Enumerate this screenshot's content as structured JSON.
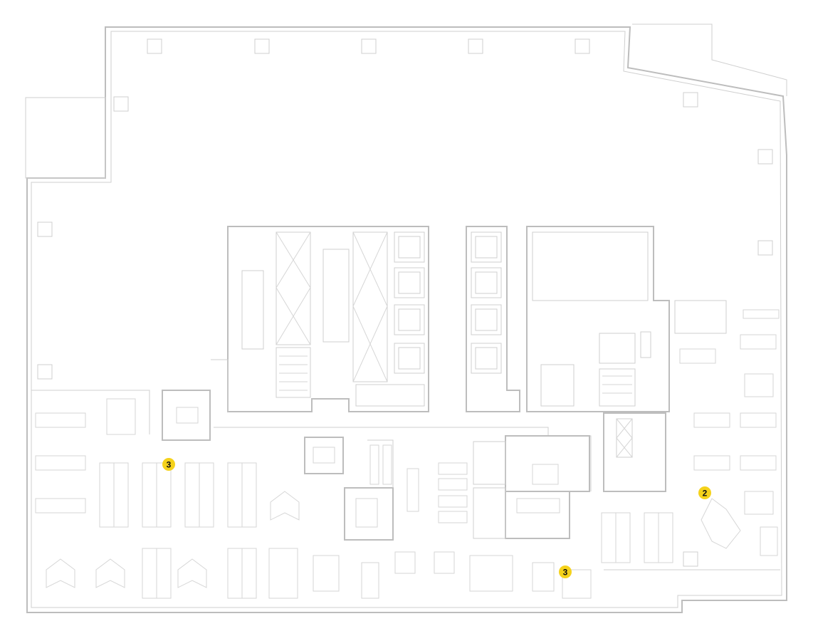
{
  "colors": {
    "background": "#ffffff",
    "wall": "#bdbdbd",
    "furniture": "#d0d0d0",
    "marker_fill": "#f5d21b",
    "marker_text": "#111111"
  },
  "markers": [
    {
      "id": "marker-1",
      "label": "3"
    },
    {
      "id": "marker-2",
      "label": "2"
    },
    {
      "id": "marker-3",
      "label": "3"
    }
  ]
}
